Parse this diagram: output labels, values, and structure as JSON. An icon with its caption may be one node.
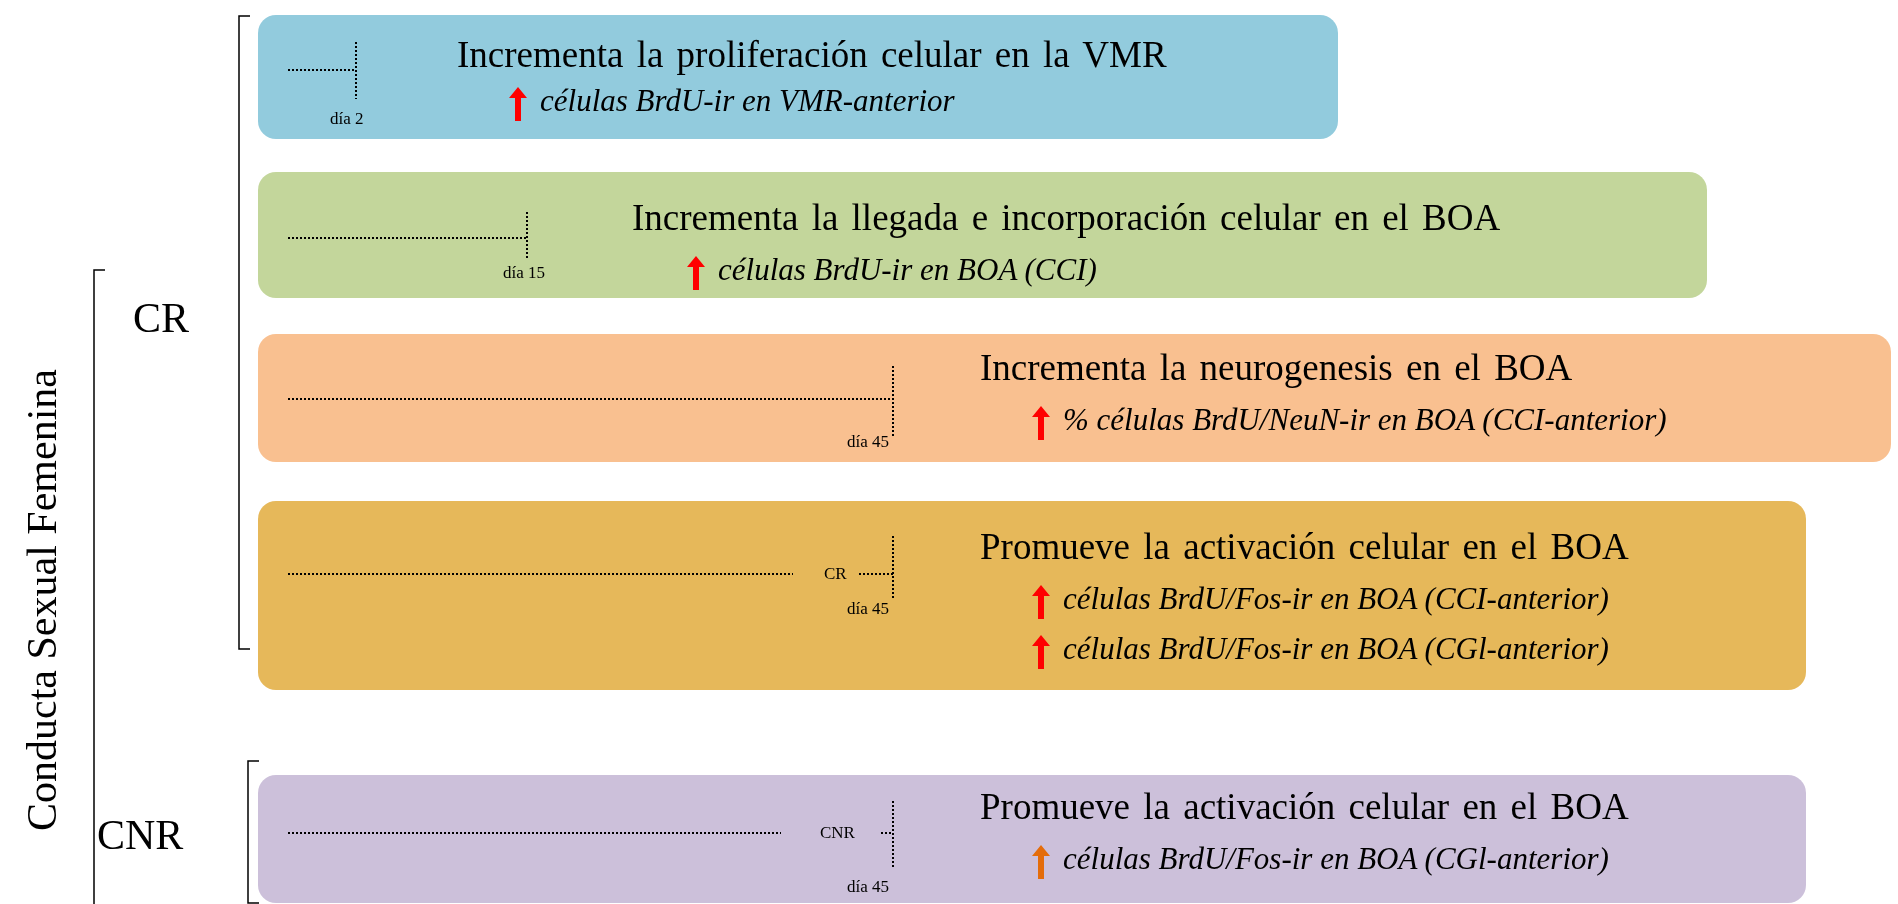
{
  "diagram": {
    "nodes": [
      {
        "text": [
          "Incrementa la proliferación celular en la VMR",
          "células BrdU-ir en VMR-anterior",
          "día 2"
        ]
      },
      {
        "text": [
          "Incrementa la llegada e incorporación celular en el BOA",
          "día 15",
          "células BrdU-ir en BOA (CCI)"
        ]
      },
      {
        "text": [
          "Incrementa la neurogenesis en el BOA",
          "% células BrdU/NeuN-ir en BOA (CCI-anterior)",
          "día 45"
        ]
      },
      {
        "text": [
          "Promueve la activación celular en el BOA",
          "CR",
          "día 45",
          "células BrdU/Fos-ir en BOA (CCI-anterior)",
          "células BrdU/Fos-ir en BOA (CGl-anterior)"
        ]
      },
      {
        "text": [
          "Promueve la activación celular en el BOA",
          "CNR",
          "células BrdU/Fos-ir en BOA (CGl-anterior)",
          "día 45"
        ]
      }
    ],
    "labels": [
      "Conducta Sexual Femenina",
      "CR",
      "CNR"
    ]
  }
}
